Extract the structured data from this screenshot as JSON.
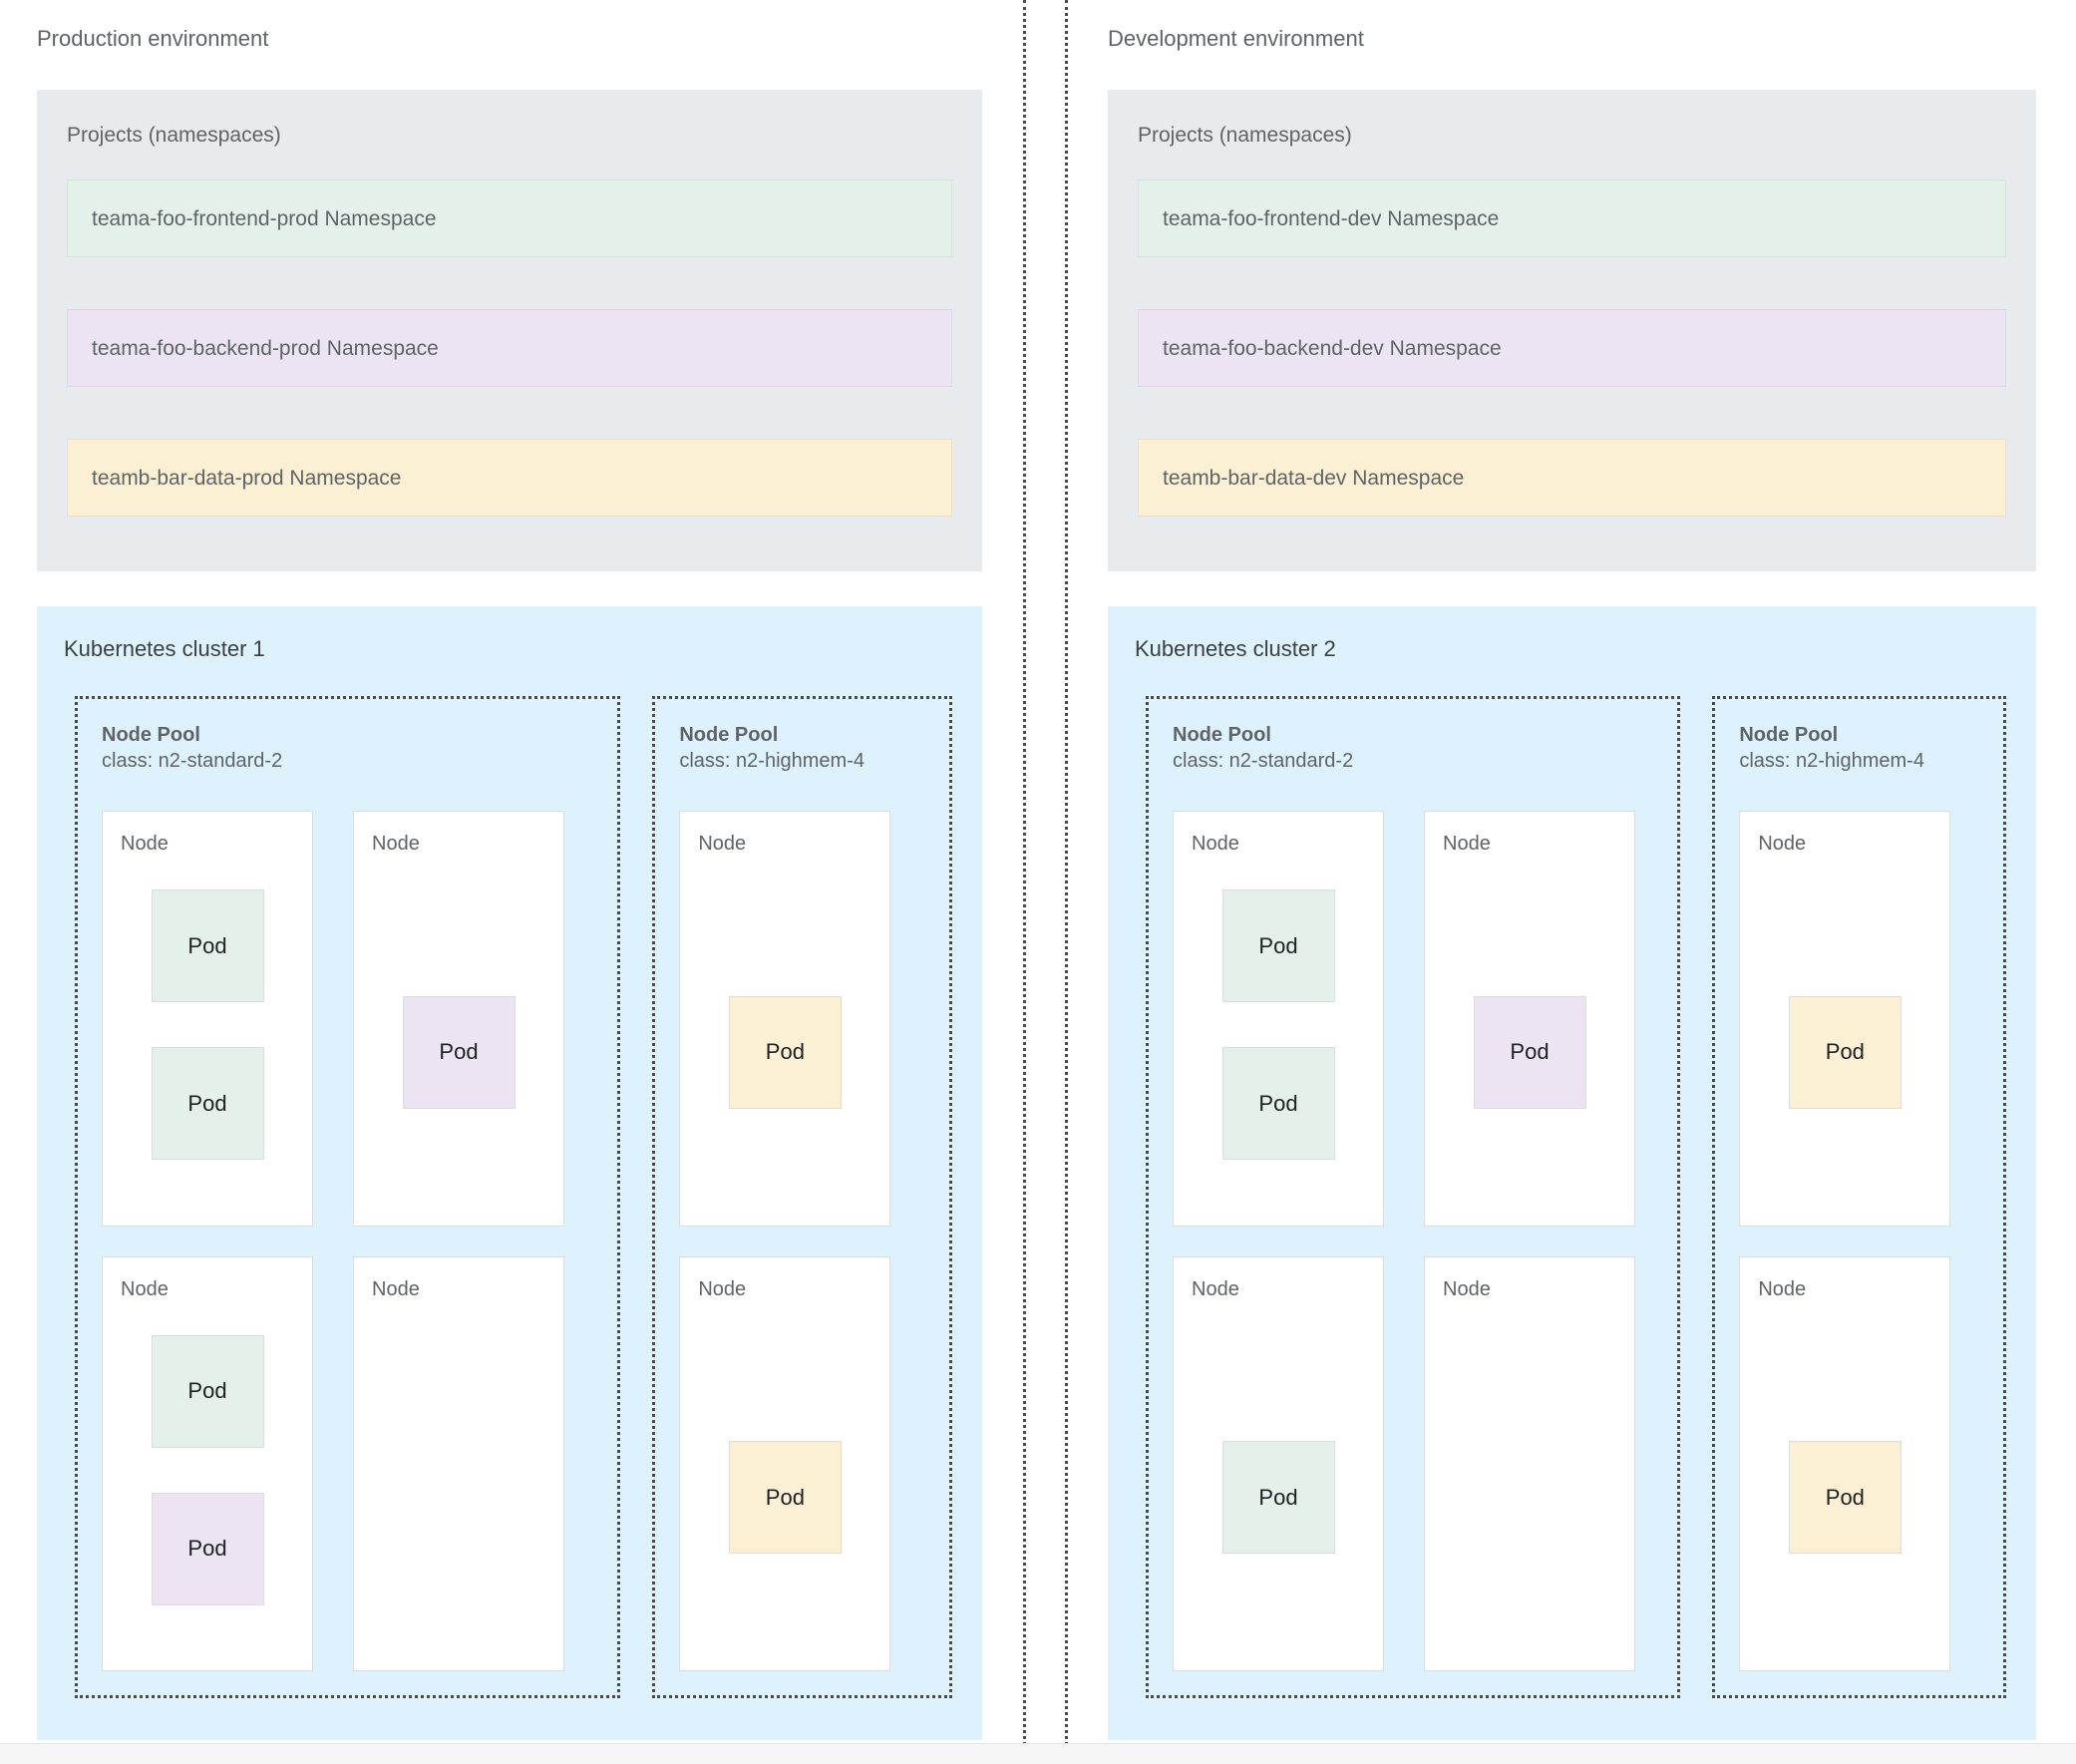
{
  "colors": {
    "page_background": "#ffffff",
    "projects_panel": "#e8ebed",
    "cluster_panel": "#ddf2fc",
    "namespace_green": "#e4f1ea",
    "namespace_purple": "#ece4f2",
    "namespace_yellow": "#fbf0d4",
    "node_background": "#ffffff",
    "node_border": "#dadce0",
    "dotted_border": "#4a4a4a",
    "text": "#5f6368"
  },
  "labels": {
    "node": "Node",
    "pod": "Pod",
    "pool_name": "Node Pool",
    "projects_title": "Projects (namespaces)"
  },
  "environments": [
    {
      "title": "Production environment",
      "projects": {
        "title": "Projects (namespaces)",
        "namespaces": [
          {
            "label": "teama-foo-frontend-prod Namespace",
            "color": "green"
          },
          {
            "label": "teama-foo-backend-prod Namespace",
            "color": "purple"
          },
          {
            "label": "teamb-bar-data-prod Namespace",
            "color": "yellow"
          }
        ]
      },
      "cluster": {
        "title": "Kubernetes cluster 1",
        "node_pools": [
          {
            "name": "Node Pool",
            "class": "class: n2-standard-2",
            "size": "wide",
            "rows": [
              [
                {
                  "label": "Node",
                  "align": "top",
                  "pods": [
                    "green",
                    "green"
                  ]
                },
                {
                  "label": "Node",
                  "align": "center",
                  "pods": [
                    "purple"
                  ]
                }
              ],
              [
                {
                  "label": "Node",
                  "align": "top",
                  "pods": [
                    "green",
                    "purple"
                  ]
                },
                {
                  "label": "Node",
                  "align": "center",
                  "pods": []
                }
              ]
            ]
          },
          {
            "name": "Node Pool",
            "class": "class: n2-highmem-4",
            "size": "narrow",
            "rows": [
              [
                {
                  "label": "Node",
                  "align": "center",
                  "pods": [
                    "yellow"
                  ]
                }
              ],
              [
                {
                  "label": "Node",
                  "align": "center",
                  "pods": [
                    "yellow"
                  ]
                }
              ]
            ]
          }
        ]
      }
    },
    {
      "title": "Development environment",
      "projects": {
        "title": "Projects (namespaces)",
        "namespaces": [
          {
            "label": "teama-foo-frontend-dev Namespace",
            "color": "green"
          },
          {
            "label": "teama-foo-backend-dev Namespace",
            "color": "purple"
          },
          {
            "label": "teamb-bar-data-dev Namespace",
            "color": "yellow"
          }
        ]
      },
      "cluster": {
        "title": "Kubernetes cluster 2",
        "node_pools": [
          {
            "name": "Node Pool",
            "class": "class: n2-standard-2",
            "size": "wide",
            "rows": [
              [
                {
                  "label": "Node",
                  "align": "top",
                  "pods": [
                    "green",
                    "green"
                  ]
                },
                {
                  "label": "Node",
                  "align": "center",
                  "pods": [
                    "purple"
                  ]
                }
              ],
              [
                {
                  "label": "Node",
                  "align": "center",
                  "pods": [
                    "green"
                  ]
                },
                {
                  "label": "Node",
                  "align": "center",
                  "pods": []
                }
              ]
            ]
          },
          {
            "name": "Node Pool",
            "class": "class: n2-highmem-4",
            "size": "narrow",
            "rows": [
              [
                {
                  "label": "Node",
                  "align": "center",
                  "pods": [
                    "yellow"
                  ]
                }
              ],
              [
                {
                  "label": "Node",
                  "align": "center",
                  "pods": [
                    "yellow"
                  ]
                }
              ]
            ]
          }
        ]
      }
    }
  ]
}
